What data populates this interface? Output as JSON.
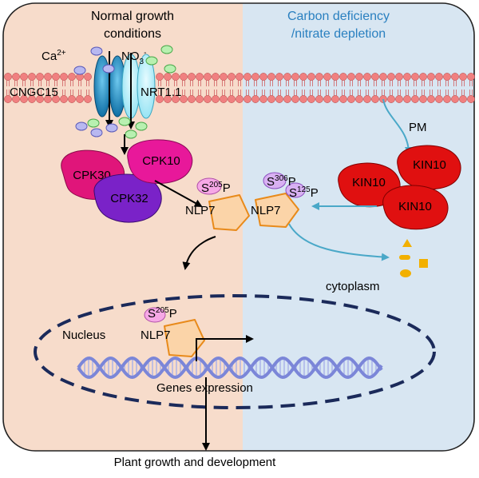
{
  "panels": {
    "left_title_line1": "Normal growth",
    "left_title_line2": "conditions",
    "right_title_line1": "Carbon deficiency",
    "right_title_line2": "/nitrate depletion"
  },
  "membrane": {
    "ca_label": "Ca",
    "ca_sup": "2+",
    "no3_label": "NO",
    "no3_sub": "3",
    "no3_sup": "-",
    "cngc_label": "CNGC15",
    "nrt_label": "NRT1.1",
    "pm_label": "PM"
  },
  "kinases": {
    "cpk30": "CPK30",
    "cpk10": "CPK10",
    "cpk32": "CPK32",
    "kin10_a": "KIN10",
    "kin10_b": "KIN10",
    "kin10_c": "KIN10"
  },
  "nlp7_left": {
    "site_s": "S",
    "site_num": "205",
    "site_p": "P",
    "label": "NLP7"
  },
  "nlp7_right": {
    "site1_s": "S",
    "site1_num": "306",
    "site1_p": "P",
    "site2_s": "S",
    "site2_num": "125",
    "site2_p": "P",
    "label": "NLP7"
  },
  "cytoplasm_label": "cytoplasm",
  "nucleus": {
    "label": "Nucleus",
    "site_s": "S",
    "site_num": "205",
    "site_p": "P",
    "nlp7_label": "NLP7",
    "genes_label": "Genes expression"
  },
  "outcome_label": "Plant growth and development",
  "colors": {
    "left_bg": "#f7dccb",
    "right_bg": "#d8e6f2",
    "lipid_head": "#f08080",
    "cpk30": "#e0157a",
    "cpk10": "#e8189a",
    "cpk32": "#7a22c8",
    "kin10": "#e01010",
    "nlp7": "#fbd4a8",
    "site": "#f6a8e6",
    "dna": "#7b86d8",
    "nucleus_border": "#1b2a5a",
    "arrow_blue": "#4aa8c8"
  }
}
